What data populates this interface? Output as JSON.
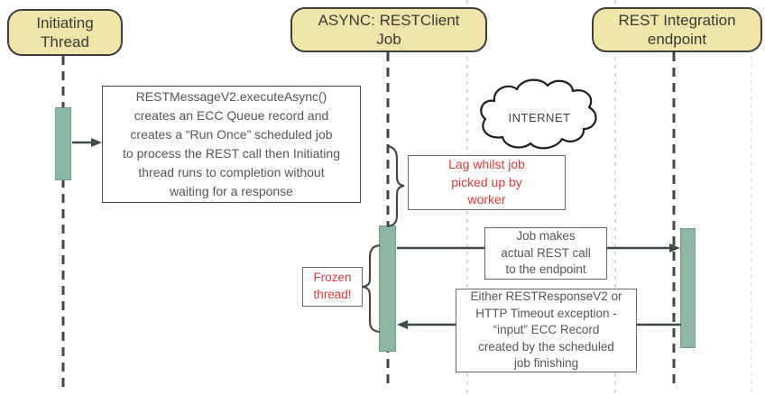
{
  "diagram_type": "sequence-diagram",
  "lifelines": [
    {
      "id": "initiating-thread",
      "label": "Initiating\nThread"
    },
    {
      "id": "async-restclient-job",
      "label": "ASYNC: RESTClient\nJob"
    },
    {
      "id": "rest-integration-endpoint",
      "label": "REST Integration\nendpoint"
    }
  ],
  "cloud": {
    "label": "INTERNET"
  },
  "notes": {
    "execute_async": "RESTMessageV2.executeAsync()\ncreates an ECC Queue record and\ncreates a “Run Once” scheduled job\nto process the REST call then Initiating\nthread runs to completion without\nwaiting for a response",
    "lag": "Lag whilst job\npicked up by\nworker",
    "frozen": "Frozen\nthread!",
    "job_makes": "Job makes\nactual REST call\nto the endpoint",
    "either_response": "Either RESTResponseV2 or\nHTTP Timeout exception -\n“input” ECC Record\ncreated by the scheduled\njob finishing"
  },
  "colors": {
    "header_fill": "#EFE5A8",
    "header_border": "#3E3E3E",
    "bar_fill": "#8CB7A3",
    "bar_border": "#6F9A88",
    "line_dark": "#3F4B49",
    "guide_blue": "#A9CBD8",
    "text_gray": "#555555",
    "red": "#E0393B",
    "box_border": "#666666"
  }
}
